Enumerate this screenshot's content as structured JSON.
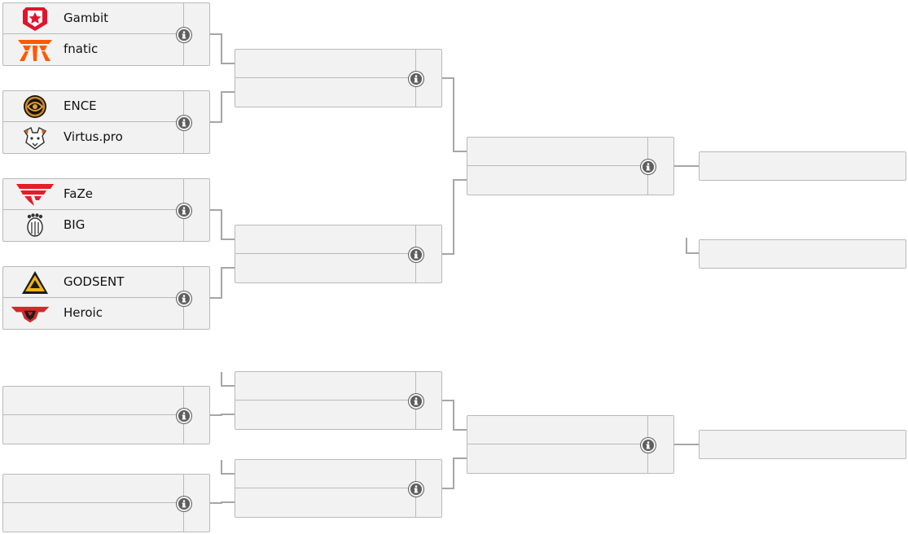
{
  "bracket": {
    "round1": [
      {
        "top": {
          "name": "Gambit",
          "logo": "gambit-logo"
        },
        "bottom": {
          "name": "fnatic",
          "logo": "fnatic-logo"
        }
      },
      {
        "top": {
          "name": "ENCE",
          "logo": "ence-logo"
        },
        "bottom": {
          "name": "Virtus.pro",
          "logo": "virtus-pro-logo"
        }
      },
      {
        "top": {
          "name": "FaZe",
          "logo": "faze-logo"
        },
        "bottom": {
          "name": "BIG",
          "logo": "big-logo"
        }
      },
      {
        "top": {
          "name": "GODSENT",
          "logo": "godsent-logo"
        },
        "bottom": {
          "name": "Heroic",
          "logo": "heroic-logo"
        }
      }
    ]
  },
  "icons": {
    "info": "info-icon"
  },
  "colors": {
    "line": "#a6a6a6",
    "box_bg": "#f2f2f2",
    "box_border": "#b9b9b9",
    "info_icon": "#5e5e5e",
    "gambit": "#e0142c",
    "fnatic": "#ff5900",
    "faze": "#e21e26",
    "heroic": "#d02a2a"
  }
}
